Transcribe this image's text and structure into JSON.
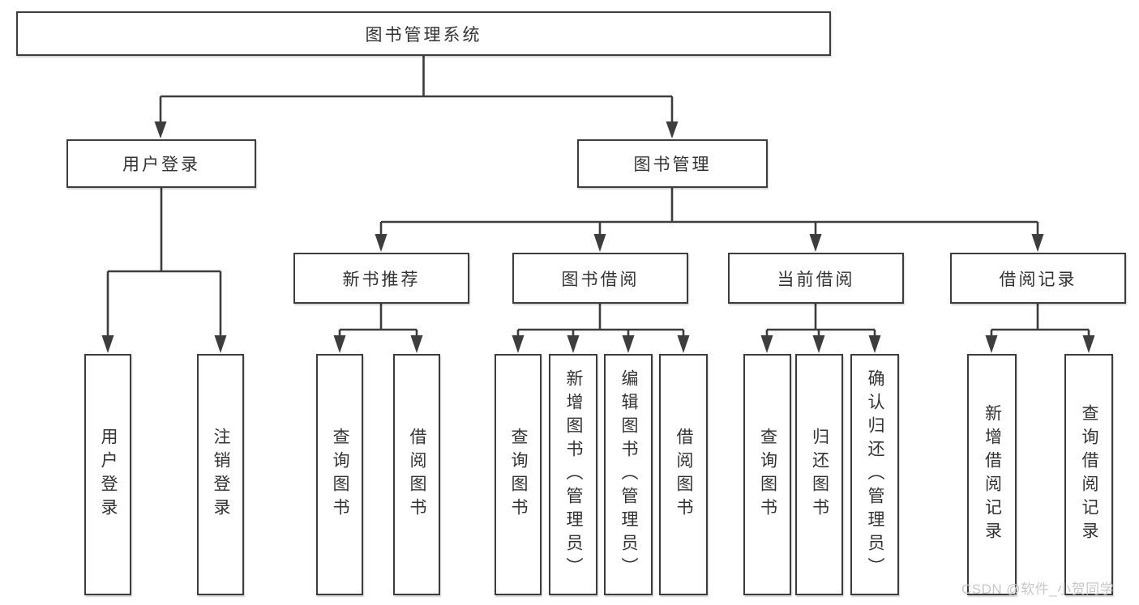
{
  "diagram": {
    "tree": {
      "label": "图书管理系统",
      "children": [
        {
          "label": "用户登录",
          "children": [
            "用户登录",
            "注销登录"
          ]
        },
        {
          "label": "图书管理",
          "children": [
            {
              "label": "新书推荐",
              "children": [
                "查询图书",
                "借阅图书"
              ]
            },
            {
              "label": "图书借阅",
              "children": [
                "查询图书",
                "新增图书（管理员）",
                "编辑图书（管理员）",
                "借阅图书"
              ]
            },
            {
              "label": "当前借阅",
              "children": [
                "查询图书",
                "归还图书",
                "确认归还（管理员）"
              ]
            },
            {
              "label": "借阅记录",
              "children": [
                "新增借阅记录",
                "查询借阅记录"
              ]
            }
          ]
        }
      ]
    },
    "colors": {
      "background": "#ffffff",
      "box_border": "#3d3d3d",
      "connector_line": "#3d3d3d",
      "text": "#333333",
      "watermark_text": "#c8c8c8"
    }
  },
  "watermark": {
    "text": "CSDN @软件_小贺同学"
  }
}
